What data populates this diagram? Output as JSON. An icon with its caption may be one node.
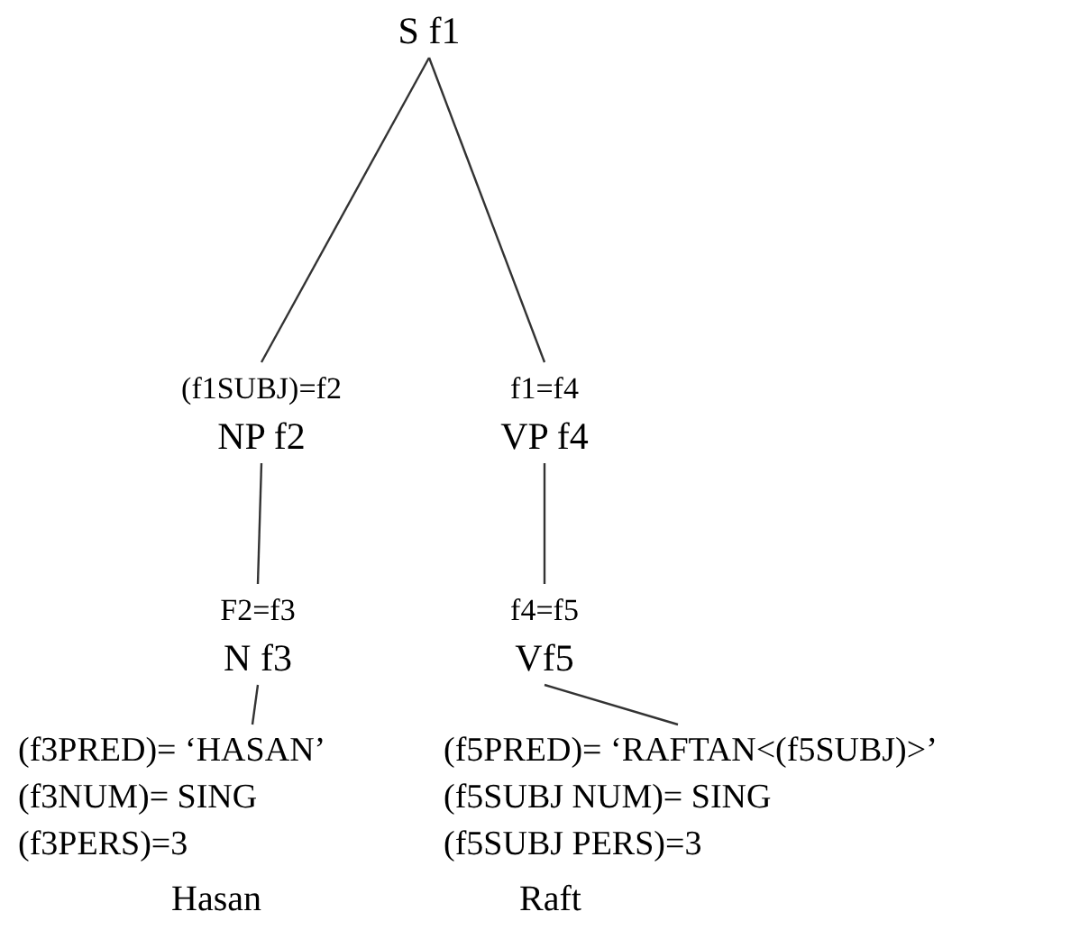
{
  "diagram": {
    "nodes": [
      {
        "text": [
          "S f1"
        ]
      },
      {
        "text": [
          "(f1SUBJ)=f2",
          "NP f2"
        ]
      },
      {
        "text": [
          "f1=f4",
          "VP f4"
        ]
      },
      {
        "text": [
          "F2=f3",
          "N f3"
        ]
      },
      {
        "text": [
          "f4=f5",
          "Vf5"
        ]
      },
      {
        "text": [
          "(f3PRED)= ‘HASAN’",
          "(f3NUM)= SING",
          "(f3PERS)=3"
        ]
      },
      {
        "text": [
          "(f5PRED)= ‘RAFTAN<(f5SUBJ)>’",
          "(f5SUBJ NUM)= SING",
          "(f5SUBJ PERS)=3"
        ]
      }
    ],
    "edges": [
      {
        "from": 0,
        "to": 1,
        "arrow": "none"
      },
      {
        "from": 0,
        "to": 2,
        "arrow": "none"
      },
      {
        "from": 1,
        "to": 3,
        "arrow": "none"
      },
      {
        "from": 2,
        "to": 4,
        "arrow": "none"
      },
      {
        "from": 3,
        "to": 5,
        "arrow": "none"
      },
      {
        "from": 4,
        "to": 6,
        "arrow": "none"
      }
    ],
    "labels": [
      "Hasan",
      "Raft"
    ]
  }
}
